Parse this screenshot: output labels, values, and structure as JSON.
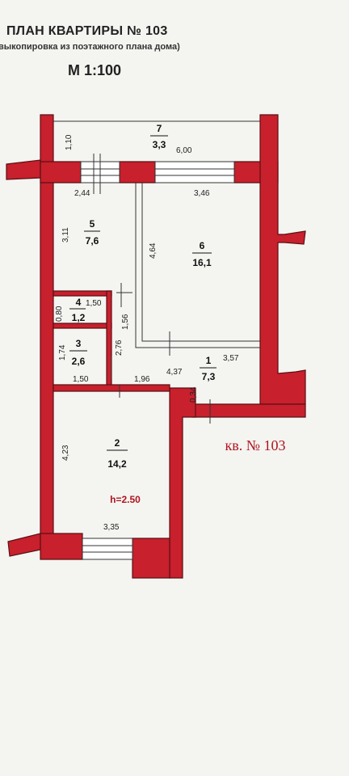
{
  "header": {
    "title": "ПЛАН КВАРТИРЫ №  103",
    "subtitle": "выкопировка из поэтажного плана дома)",
    "scale": "М 1:100"
  },
  "apartment_label": "кв. № 103",
  "ceiling_height": "h=2.50",
  "rooms": [
    {
      "num": "1",
      "area": "7,3"
    },
    {
      "num": "2",
      "area": "14,2"
    },
    {
      "num": "3",
      "area": "2,6"
    },
    {
      "num": "4",
      "area": "1,2"
    },
    {
      "num": "5",
      "area": "7,6"
    },
    {
      "num": "6",
      "area": "16,1"
    },
    {
      "num": "7",
      "area": "3,3"
    }
  ],
  "dimensions": {
    "d_1_10": "1,10",
    "d_6_00": "6,00",
    "d_2_44": "2,44",
    "d_3_46": "3,46",
    "d_3_11": "3,11",
    "d_4_64": "4,64",
    "d_0_80": "0,80",
    "d_1_50_top": "1,50",
    "d_1_56": "1,56",
    "d_1_74": "1,74",
    "d_2_76": "2,76",
    "d_4_37": "4,37",
    "d_3_57": "3,57",
    "d_1_50_bottom": "1,50",
    "d_1_96": "1,96",
    "d_0_34": "0,34",
    "d_4_23": "4,23",
    "d_3_35": "3,35"
  },
  "colors": {
    "wall": "#c8202c",
    "label": "#b0141e"
  }
}
